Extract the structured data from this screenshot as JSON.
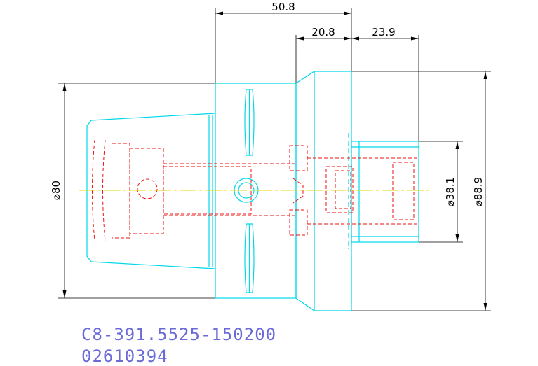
{
  "drawing": {
    "dimensions": {
      "overall_length": "50.8",
      "flange_length": "20.8",
      "pilot_length": "23.9",
      "shank_diameter": "⌀80",
      "bore_diameter": "⌀38.1",
      "flange_diameter": "⌀88.9"
    },
    "part_number": "C8-391.5525-150200",
    "item_code": "02610394"
  },
  "colors": {
    "outline": "#00d8e8",
    "hidden": "#ee1111",
    "centerline": "#e8d800",
    "dimension": "#000000",
    "label": "#6a6ad8"
  }
}
